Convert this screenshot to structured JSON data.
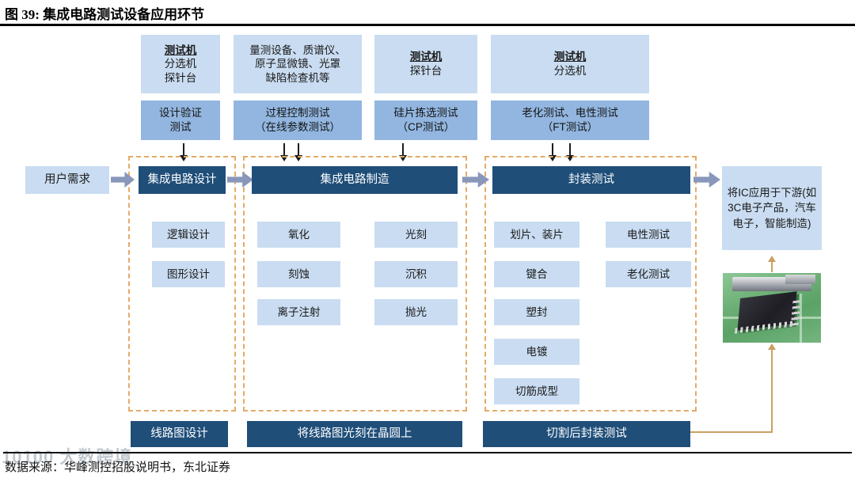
{
  "title": "图 39:  集成电路测试设备应用环节",
  "source": "数据来源：华峰测控招股说明书，东北证券",
  "watermark": "10100 大数跨境",
  "user_need": "用户需求",
  "downstream": "将IC应用于下游(如3C电子产品，汽车电子，智能制造)",
  "colors": {
    "light_blue": "#c9dcf1",
    "medium_blue": "#92b6e0",
    "dark_blue": "#1f4e79",
    "flow_arrow": "#8897ba",
    "dashed_border": "#e4aa66",
    "tan_arrow": "#c9a063"
  },
  "equipment": [
    {
      "header": "测试机",
      "body": "分选机\n探针台"
    },
    {
      "header": "",
      "body": "量测设备、质谱仪、\n原子显微镜、光罩\n缺陷检查机等"
    },
    {
      "header": "测试机",
      "body": "探针台"
    },
    {
      "header": "测试机",
      "body": "分选机"
    }
  ],
  "tests": [
    "设计验证\n测试",
    "过程控制测试\n（在线参数测试）",
    "硅片拣选测试\n（CP测试）",
    "老化测试、电性测试\n（FT测试）"
  ],
  "stages": [
    {
      "title": "集成电路设计",
      "items": [
        "逻辑设计",
        "图形设计"
      ],
      "footer": "线路图设计"
    },
    {
      "title": "集成电路制造",
      "col1": [
        "氧化",
        "刻蚀",
        "离子注射"
      ],
      "col2": [
        "光刻",
        "沉积",
        "抛光"
      ],
      "footer": "将线路图光刻在晶圆上"
    },
    {
      "title": "封装测试",
      "col1": [
        "划片、装片",
        "键合",
        "塑封",
        "电镀",
        "切筋成型"
      ],
      "col2": [
        "电性测试",
        "老化测试"
      ],
      "footer": "切割后封装测试"
    }
  ]
}
